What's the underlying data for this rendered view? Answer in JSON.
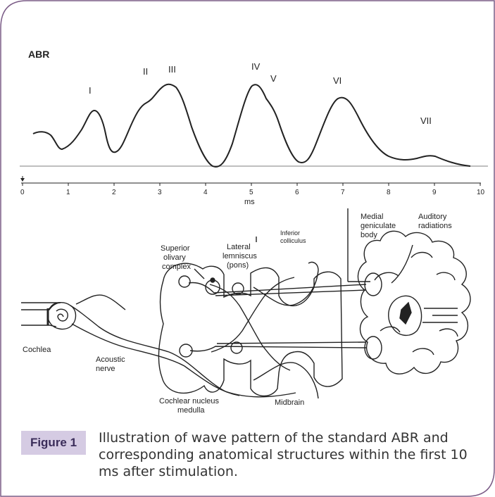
{
  "panel_label": "ABR",
  "waves": [
    {
      "label": "I",
      "latency_ms": 1.55
    },
    {
      "label": "II",
      "latency_ms": 2.75
    },
    {
      "label": "III",
      "latency_ms": 3.3
    },
    {
      "label": "IV",
      "latency_ms": 5.1
    },
    {
      "label": "V",
      "latency_ms": 5.45
    },
    {
      "label": "VI",
      "latency_ms": 6.9
    },
    {
      "label": "VII",
      "latency_ms": 8.85
    }
  ],
  "axis": {
    "ticks": [
      "0",
      "1",
      "2",
      "3",
      "4",
      "5",
      "6",
      "7",
      "8",
      "9",
      "10"
    ],
    "unit_label": "ms",
    "range_ms": [
      0,
      10
    ]
  },
  "anatomy": {
    "cochlea": "Cochlea",
    "acoustic_nerve_line1": "Acoustic",
    "acoustic_nerve_line2": "nerve",
    "cochlear_nucleus_line1": "Cochlear nucleus",
    "cochlear_nucleus_line2": "medulla",
    "superior_olivary_line1": "Superior",
    "superior_olivary_line2": "olivary",
    "superior_olivary_line3": "complex",
    "lateral_lemniscus_line1": "Lateral",
    "lateral_lemniscus_line2": "lemniscus",
    "lateral_lemniscus_line3": "(pons)",
    "inferior_colliculus_line1": "Inferior",
    "inferior_colliculus_line2": "colliculus",
    "midbrain": "Midbrain",
    "medial_geniculate_line1": "Medial",
    "medial_geniculate_line2": "geniculate",
    "medial_geniculate_line3": "body",
    "auditory_radiations_line1": "Auditory",
    "auditory_radiations_line2": "radiations"
  },
  "caption": {
    "badge": "Figure 1",
    "text": "Illustration of wave pattern of the standard ABR and corresponding anatomical structures within the first 10 ms after stimulation."
  },
  "colors": {
    "frame": "#7a5b86",
    "badge_bg": "#d5cbe3",
    "badge_text": "#3b2d5a"
  }
}
